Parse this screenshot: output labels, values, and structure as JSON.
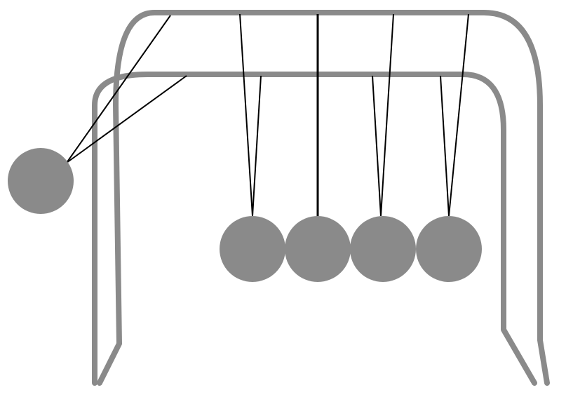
{
  "figure": {
    "subject": "newtons-cradle",
    "ball_count": 5,
    "raised_ball": "left",
    "colors": {
      "frame": "#8a8a8a",
      "ball": "#8a8a8a",
      "string": "#000000",
      "background": "#ffffff"
    }
  }
}
